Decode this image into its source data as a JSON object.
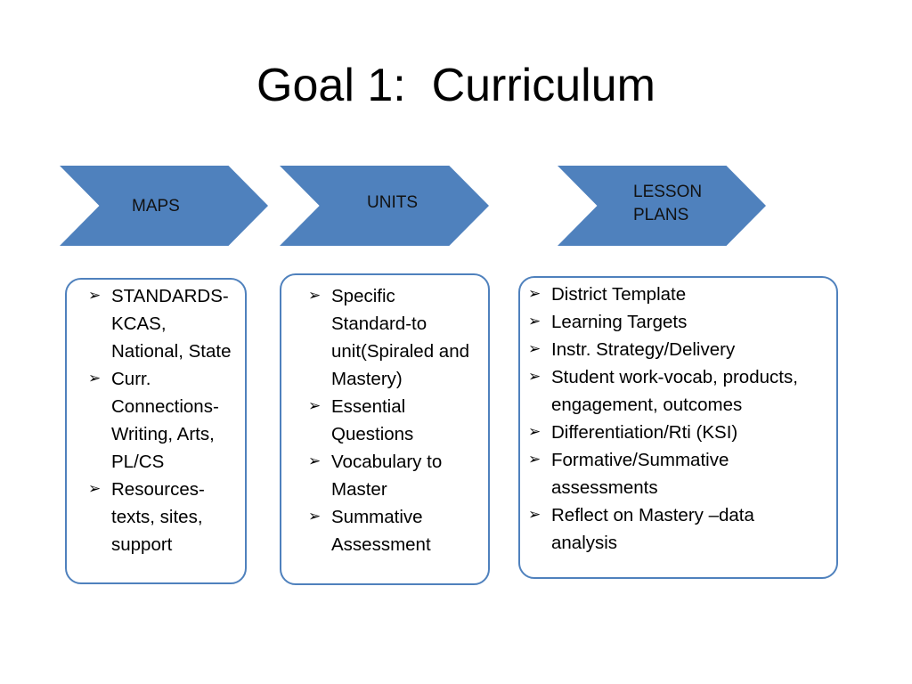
{
  "title": "Goal 1:  Curriculum",
  "bullet_icon": "arrowhead-bullet-icon",
  "colors": {
    "accent": "#4f81bd",
    "text": "#000000",
    "background": "#ffffff"
  },
  "stages": [
    {
      "label": "MAPS",
      "items": [
        "STANDARDS-KCAS, National, State",
        "Curr. Connections-Writing, Arts, PL/CS",
        "Resources-texts, sites, support"
      ]
    },
    {
      "label": "UNITS",
      "items": [
        "Specific Standard-to unit(Spiraled and Mastery)",
        "Essential Questions",
        "Vocabulary to Master",
        "Summative Assessment"
      ]
    },
    {
      "label": "LESSON PLANS",
      "items": [
        "District Template",
        "Learning Targets",
        "Instr. Strategy/Delivery",
        "Student work-vocab, products, engagement, outcomes",
        "Differentiation/Rti (KSI)",
        "Formative/Summative assessments",
        "Reflect on Mastery –data analysis"
      ]
    }
  ]
}
